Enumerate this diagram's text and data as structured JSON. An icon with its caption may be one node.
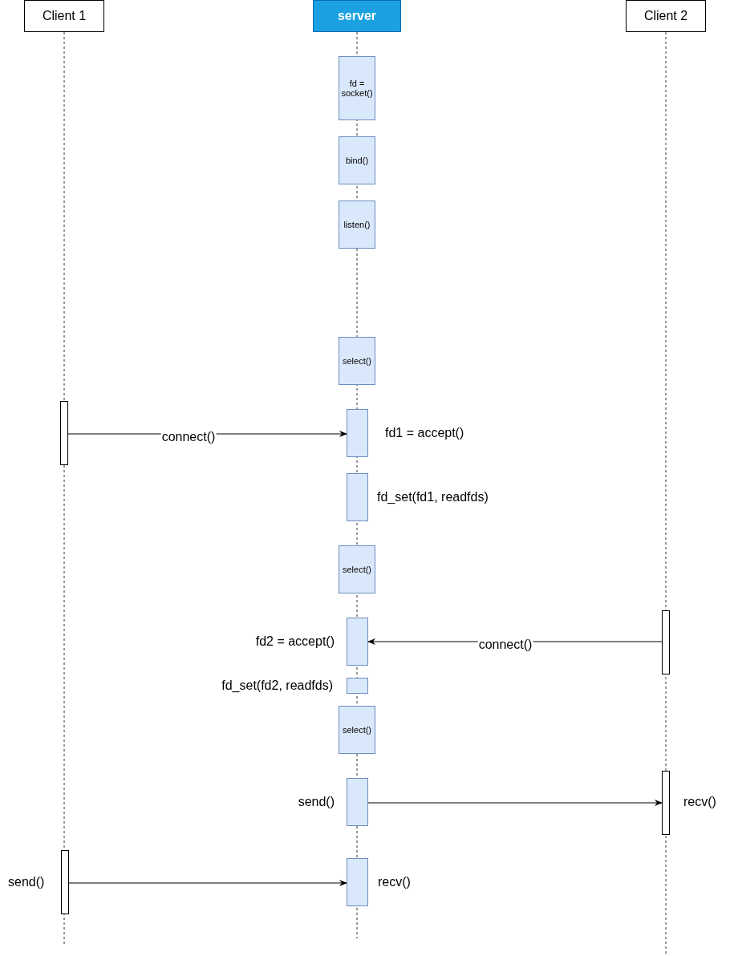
{
  "diagram": {
    "nodes": [
      {
        "text": [
          "Client 1"
        ]
      },
      {
        "text": [
          "server"
        ]
      },
      {
        "text": [
          "Client 2"
        ]
      },
      {
        "text": [
          "fd = socket()"
        ]
      },
      {
        "text": [
          "bind()"
        ]
      },
      {
        "text": [
          "listen()"
        ]
      },
      {
        "text": [
          "select()"
        ]
      },
      {
        "text": [],
        "shape": "bar"
      },
      {
        "text": [],
        "shape": "box",
        "beside": [
          "fd1 = accept()"
        ]
      },
      {
        "text": [],
        "shape": "box",
        "beside": [
          "fd_set(fd1, readfds)"
        ]
      },
      {
        "text": [
          "select()"
        ]
      },
      {
        "text": [],
        "shape": "bar"
      },
      {
        "text": [],
        "shape": "box",
        "beside": [
          "fd2 = accept()"
        ]
      },
      {
        "text": [],
        "shape": "box",
        "beside": [
          "fd_set(fd2, readfds)"
        ]
      },
      {
        "text": [
          "select()"
        ]
      },
      {
        "text": [],
        "shape": "box",
        "beside": [
          "send()"
        ]
      },
      {
        "text": [],
        "shape": "bar",
        "beside": [
          "recv()"
        ]
      },
      {
        "text": [],
        "shape": "bar",
        "beside": [
          "send()"
        ]
      },
      {
        "text": [],
        "shape": "box",
        "beside": [
          "recv()"
        ]
      }
    ],
    "edges": [
      {
        "from": 7,
        "to": 8,
        "arrow": "to",
        "label": "connect()"
      },
      {
        "from": 11,
        "to": 12,
        "arrow": "to",
        "label": "connect()"
      },
      {
        "from": 15,
        "to": 16,
        "arrow": "to"
      },
      {
        "from": 17,
        "to": 18,
        "arrow": "to"
      }
    ]
  }
}
